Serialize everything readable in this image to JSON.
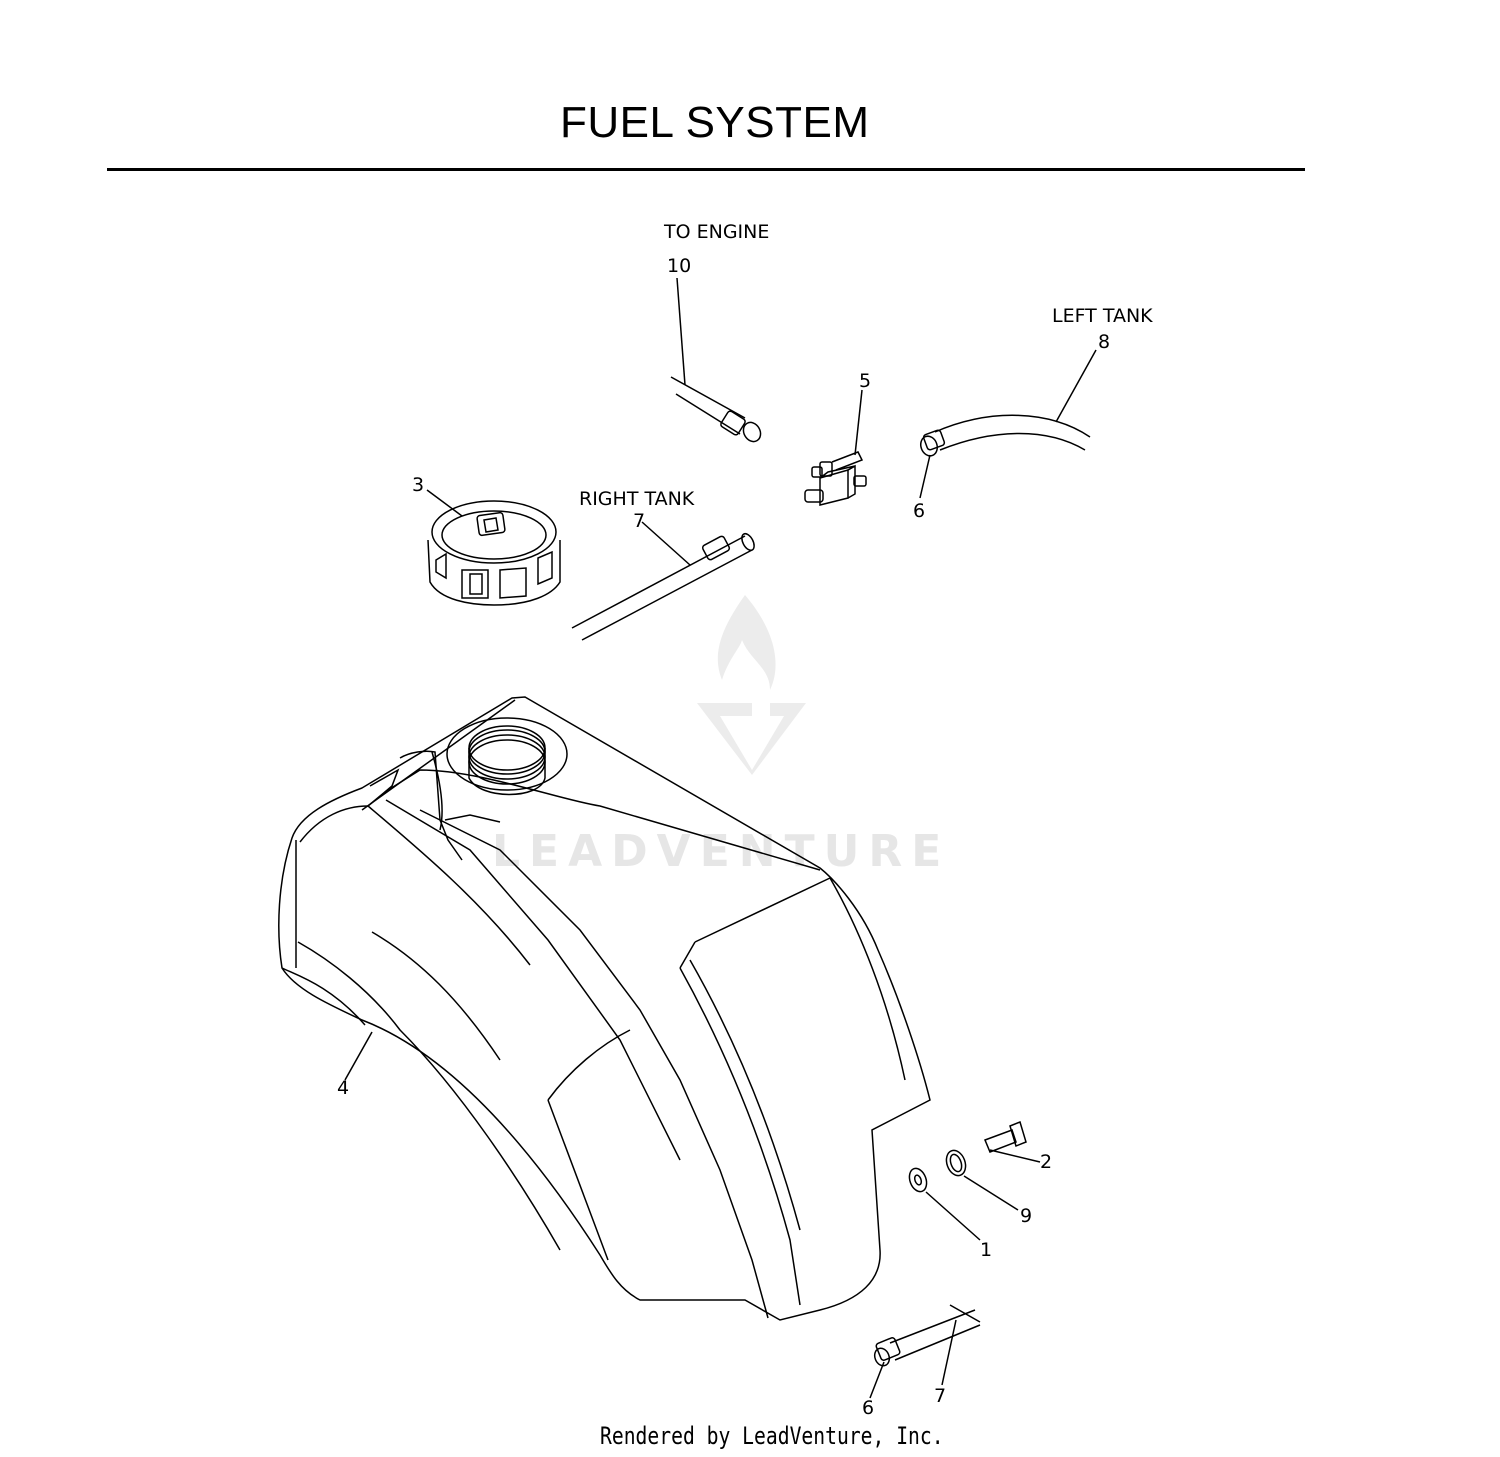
{
  "title": "FUEL SYSTEM",
  "footer": "Rendered by LeadVenture, Inc.",
  "watermark": "LEADVENTURE",
  "notes": {
    "to_engine": "TO ENGINE",
    "left_tank": "LEFT TANK",
    "right_tank": "RIGHT TANK"
  },
  "callouts": {
    "c10": "10",
    "c8": "8",
    "c5": "5",
    "c3": "3",
    "c7_top": "7",
    "c6_top": "6",
    "c4": "4",
    "c2": "2",
    "c9": "9",
    "c1": "1",
    "c6_bottom": "6",
    "c7_bottom": "7"
  }
}
